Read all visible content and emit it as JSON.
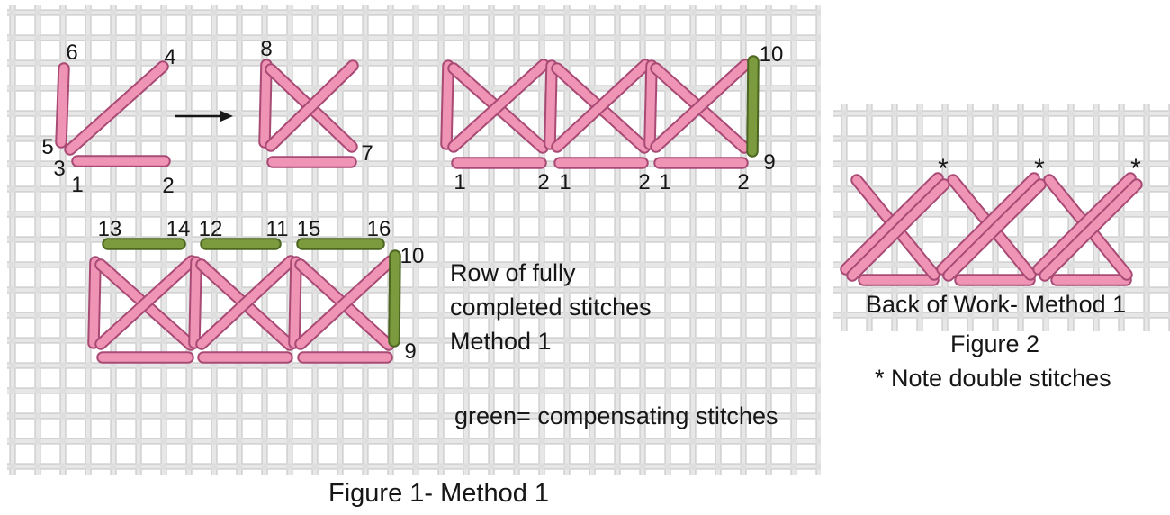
{
  "colors": {
    "pink": "#f094b6",
    "pink_outline": "#a84a74",
    "green": "#7c9b3f",
    "green_outline": "#4a661f",
    "thread": "#e7e7e7",
    "thread_edge": "#bfbfbf",
    "ink": "#161616"
  },
  "figure1": {
    "caption": "Figure 1- Method 1",
    "info_line1": "Row of fully",
    "info_line2": "completed stitches",
    "info_line3": "Method 1",
    "legend": "green= compensating stitches",
    "labels": {
      "a6": "6",
      "a4": "4",
      "a5": "5",
      "a3": "3",
      "a1": "1",
      "a2": "2",
      "b8": "8",
      "b7": "7",
      "c1a": "1",
      "c2a": "2",
      "c1b": "1",
      "c2b": "2",
      "c1c": "1",
      "c2c": "2",
      "c10": "10",
      "c9": "9",
      "d13": "13",
      "d14": "14",
      "d12": "12",
      "d11": "11",
      "d15": "15",
      "d16": "16",
      "d10": "10",
      "d9": "9"
    }
  },
  "figure2": {
    "label": "Back of Work- Method 1",
    "caption": "Figure 2",
    "note": "* Note double stitches",
    "asterisk1": "*",
    "asterisk2": "*",
    "asterisk3": "*"
  },
  "stitches": [
    [
      86,
      179,
      183,
      179,
      "pink"
    ],
    [
      71,
      76,
      68,
      158,
      "pink"
    ],
    [
      181,
      74,
      78,
      166,
      "pink"
    ],
    [
      303,
      180,
      390,
      180,
      "pink"
    ],
    [
      296,
      72,
      294,
      158,
      "pink"
    ],
    [
      301,
      77,
      391,
      163,
      "pink"
    ],
    [
      301,
      162,
      392,
      73,
      "pink"
    ],
    [
      508,
      181,
      601,
      181,
      "pink"
    ],
    [
      498,
      73,
      496,
      160,
      "pink"
    ],
    [
      504,
      76,
      603,
      164,
      "pink"
    ],
    [
      504,
      163,
      604,
      72,
      "pink"
    ],
    [
      622,
      181,
      714,
      181,
      "pink"
    ],
    [
      613,
      73,
      611,
      160,
      "pink"
    ],
    [
      619,
      76,
      716,
      164,
      "pink"
    ],
    [
      619,
      163,
      717,
      72,
      "pink"
    ],
    [
      733,
      181,
      825,
      181,
      "pink"
    ],
    [
      724,
      73,
      722,
      160,
      "pink"
    ],
    [
      729,
      76,
      827,
      164,
      "pink"
    ],
    [
      729,
      163,
      828,
      72,
      "pink"
    ],
    [
      837,
      68,
      836,
      168,
      "green"
    ],
    [
      114,
      397,
      209,
      397,
      "pink"
    ],
    [
      226,
      397,
      319,
      397,
      "pink"
    ],
    [
      337,
      397,
      430,
      397,
      "pink"
    ],
    [
      106,
      291,
      104,
      381,
      "pink"
    ],
    [
      112,
      294,
      212,
      383,
      "pink"
    ],
    [
      112,
      382,
      213,
      290,
      "pink"
    ],
    [
      218,
      291,
      216,
      381,
      "pink"
    ],
    [
      224,
      294,
      322,
      383,
      "pink"
    ],
    [
      224,
      382,
      323,
      290,
      "pink"
    ],
    [
      329,
      291,
      327,
      381,
      "pink"
    ],
    [
      334,
      294,
      432,
      383,
      "pink"
    ],
    [
      334,
      382,
      434,
      290,
      "pink"
    ],
    [
      120,
      271,
      200,
      271,
      "green"
    ],
    [
      229,
      271,
      306,
      271,
      "green"
    ],
    [
      336,
      271,
      421,
      271,
      "green"
    ],
    [
      439,
      284,
      438,
      379,
      "green"
    ],
    [
      960,
      311,
      1037,
      311,
      "pink"
    ],
    [
      952,
      200,
      1038,
      305,
      "pink"
    ],
    [
      940,
      299,
      1042,
      198,
      "pink"
    ],
    [
      947,
      306,
      1049,
      205,
      "pink"
    ],
    [
      1067,
      311,
      1144,
      311,
      "pink"
    ],
    [
      1059,
      200,
      1145,
      305,
      "pink"
    ],
    [
      1047,
      299,
      1149,
      198,
      "pink"
    ],
    [
      1054,
      306,
      1156,
      205,
      "pink"
    ],
    [
      1174,
      311,
      1251,
      311,
      "pink"
    ],
    [
      1166,
      200,
      1252,
      305,
      "pink"
    ],
    [
      1154,
      299,
      1256,
      198,
      "pink"
    ],
    [
      1161,
      306,
      1263,
      205,
      "pink"
    ]
  ]
}
